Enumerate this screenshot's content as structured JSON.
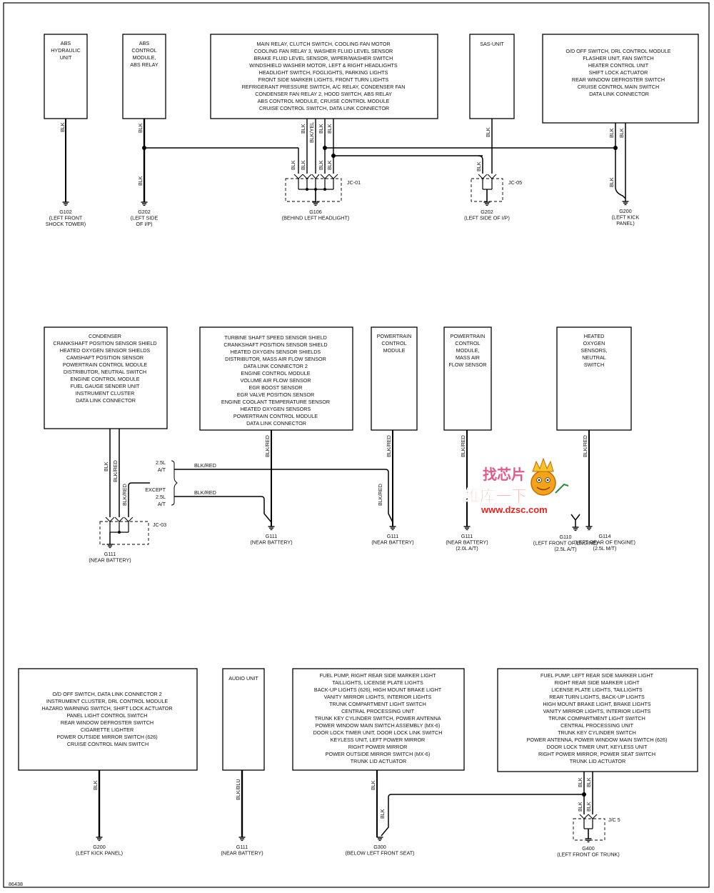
{
  "doc_number": "86438",
  "watermark": {
    "line1": "维库一下",
    "line2": "www.dzsc.com",
    "logo_chars": "找芯片"
  },
  "top": {
    "abs_hydraulic": {
      "lines": [
        "ABS",
        "HYDRAULIC",
        "UNIT"
      ],
      "wire": "BLK",
      "ground": {
        "id": "G102",
        "loc": [
          "(LEFT FRONT",
          "SHOCK TOWER)"
        ]
      }
    },
    "abs_control": {
      "lines": [
        "ABS",
        "CONTROL",
        "MODULE,",
        "ABS RELAY"
      ],
      "wire1": "BLK",
      "wire2": "BLK",
      "ground": {
        "id": "G202",
        "loc": [
          "(LEFT SIDE",
          "OF I/P)"
        ]
      }
    },
    "main_relay": {
      "lines": [
        "MAIN RELAY, CLUTCH SWITCH, COOLING FAN MOTOR",
        "COOLING FAN RELAY 3, WASHER FLUID LEVEL SENSOR",
        "BRAKE FLUID LEVEL SENSOR, WIPER/WASHER SWITCH",
        "WINDSHIELD WASHER MOTOR, LEFT & RIGHT HEADLIGHTS",
        "HEADLIGHT SWITCH, FOGLIGHTS, PARKING LIGHTS",
        "FRONT SIDE MARKER LIGHTS, FRONT TURN LIGHTS",
        "REFRIGERANT PRESSURE SWITCH, A/C RELAY, CONDENSER FAN",
        "CONDENSER FAN RELAY 2, HOOD SWITCH, ABS RELAY",
        "ABS CONTROL MODULE, CRUISE CONTROL MODULE",
        "CRUISE CONTROL SWITCH, DATA LINK CONNECTOR"
      ],
      "wires": [
        "BLK",
        "BLK/YEL",
        "BLK",
        "BLK"
      ],
      "jc_wires": [
        "BLK",
        "BLK",
        "BLK",
        "BLK"
      ],
      "jc": "JC-01",
      "ground": {
        "id": "G106",
        "loc": [
          "(BEHIND LEFT HEADLIGHT)"
        ]
      }
    },
    "sas_unit": {
      "lines": [
        "SAS-UNIT"
      ],
      "wire": "BLK",
      "jc_wire": "BLK",
      "jc": "JC-05",
      "ground": {
        "id": "G202",
        "loc": [
          "(LEFT SIDE OF I/P)"
        ]
      }
    },
    "od_off": {
      "lines": [
        "O/D OFF SWITCH, DRL CONTROL MODULE",
        "FLASHER UNIT, FAN SWITCH",
        "HEATER CONTROL UNIT",
        "SHIFT LOCK ACTUATOR",
        "REAR WINDOW DEFROSTER SWITCH",
        "CRUISE CONTROL MAIN SWITCH",
        "DATA LINK CONNECTOR"
      ],
      "wires": [
        "BLK",
        "BLK"
      ],
      "wire_low": "BLK",
      "ground": {
        "id": "G200",
        "loc": [
          "(LEFT KICK",
          "PANEL)"
        ]
      }
    }
  },
  "middle": {
    "condenser": {
      "lines": [
        "CONDENSER",
        "CRANKSHAFT POSITION SENSOR SHIELD",
        "HEATED OXYGEN SENSOR SHIELDS",
        "CAMSHAFT POSITION SENSOR",
        "POWERTRAIN CONTROL MODULE",
        "DISTRIBUTOR, NEUTRAL SWITCH",
        "ENGINE CONTROL MODULE",
        "FUEL GAUGE SENDER UNIT",
        "INSTRUMENT CLUSTER",
        "DATA LINK CONNECTOR"
      ],
      "wires": [
        "BLK",
        "BLK/RED",
        "BLK/RED"
      ],
      "jc": "JC-03",
      "ground": {
        "id": "G111",
        "loc": [
          "(NEAR BATTERY)"
        ]
      }
    },
    "opts": {
      "a": [
        "2.5L",
        "A/T"
      ],
      "b": [
        "EXCEPT",
        "2.5L",
        "A/T"
      ],
      "wire_a": "BLK/RED",
      "wire_b": "BLK/RED"
    },
    "turbine": {
      "lines": [
        "TURBINE SHAFT SPEED SENSOR SHIELD",
        "CRANKSHAFT POSITION SENSOR SHIELD",
        "HEATED OXYGEN SENSOR SHIELDS",
        "DISTRIBUTOR, MASS AIR FLOW SENSOR",
        "DATA LINK CONNECTOR 2",
        "ENGINE CONTROL MODULE",
        "VOLUME AIR FLOW SENSOR",
        "EGR BOOST SENSOR",
        "EGR VALVE POSITION SENSOR",
        "ENGINE COOLANT TEMPERATURE SENSOR",
        "HEATED OXYGEN SENSORS",
        "POWERTRAIN CONTROL MODULE",
        "DATA LINK CONNECTOR"
      ],
      "wire": "BLK/RED",
      "ground": {
        "id": "G111",
        "loc": [
          "(NEAR BATTERY)"
        ]
      }
    },
    "pcm": {
      "lines": [
        "POWERTRAIN",
        "CONTROL",
        "MODULE"
      ],
      "wire": "BLK/RED",
      "wire2": "BLK/RED",
      "ground": {
        "id": "G111",
        "loc": [
          "(NEAR BATTERY)"
        ]
      }
    },
    "pcm_maf": {
      "lines": [
        "POWERTRAIN",
        "CONTROL",
        "MODULE,",
        "MASS AIR",
        "FLOW SENSOR"
      ],
      "wire": "BLK/RED",
      "ground": {
        "id": "G111",
        "loc": [
          "(NEAR BATTERY)",
          "(2.0L A/T)"
        ]
      }
    },
    "heated_o2": {
      "lines": [
        "HEATED",
        "OXYGEN",
        "SENSORS,",
        "NEUTRAL",
        "SWITCH"
      ],
      "wire": "BLK/RED",
      "ground_a": {
        "id": "G110",
        "loc": [
          "(LEFT FRONT OF ENGINE)",
          "(2.5L A/T)"
        ]
      },
      "ground_b": {
        "id": "G114",
        "loc": [
          "(LEFT REAR OF ENGINE)",
          "(2.5L M/T)"
        ]
      }
    }
  },
  "bottom": {
    "od_off2": {
      "lines": [
        "O/D OFF SWITCH, DATA LINK CONNECTOR 2",
        "INSTRUMENT CLUSTER, DRL CONTROL MODULE",
        "HAZARD WARNING SWITCH, SHIFT LOCK ACTUATOR",
        "PANEL LIGHT CONTROL SWITCH",
        "REAR WINDOW DEFROSTER SWITCH",
        "CIGARETTE LIGHTER",
        "POWER OUTSIDE MIRROR SWITCH (626)",
        "CRUISE CONTROL MAIN SWITCH"
      ],
      "wire": "BLK",
      "ground": {
        "id": "G200",
        "loc": [
          "(LEFT KICK PANEL)"
        ]
      }
    },
    "audio": {
      "lines": [
        "AUDIO UNIT"
      ],
      "wire": "BLK/BLU",
      "ground": {
        "id": "G111",
        "loc": [
          "(NEAR BATTERY)"
        ]
      }
    },
    "fuel_right": {
      "lines": [
        "FUEL PUMP, RIGHT REAR SIDE MARKER LIGHT",
        "TAILLIGHTS, LICENSE PLATE LIGHTS",
        "BACK-UP LIGHTS (626), HIGH MOUNT BRAKE LIGHT",
        "VANITY MIRROR LIGHTS, INTERIOR LIGHTS",
        "TRUNK COMPARTMENT LIGHT SWITCH",
        "CENTRAL PROCESSING UNIT",
        "TRUNK KEY CYLINDER SWITCH, POWER ANTENNA",
        "POWER WINDOW MAIN SWITCH ASSEMBLY (MX-6)",
        "DOOR LOCK TIMER UNIT, DOOR LOCK LINK SWITCH",
        "KEYLESS UNIT, LEFT POWER MIRROR",
        "RIGHT POWER MIRROR",
        "POWER OUTSIDE MIRROR SWITCH (MX-6)",
        "TRUNK LID ACTUATOR"
      ],
      "wire": "BLK",
      "wire2": "BLK",
      "ground": {
        "id": "G300",
        "loc": [
          "(BELOW LEFT FRONT SEAT)"
        ]
      }
    },
    "fuel_left": {
      "lines": [
        "FUEL PUMP, LEFT REAR SIDE MARKER LIGHT",
        "RIGHT REAR SIDE MARKER LIGHT",
        "LICENSE PLATE LIGHTS, TAILLIGHTS",
        "REAR TURN LIGHTS, BACK-UP LIGHTS",
        "HIGH MOUNT BRAKE LIGHT, BRAKE LIGHTS",
        "VANITY MIRROR LIGHTS, INTERIOR LIGHTS",
        "TRUNK COMPARTMENT LIGHT SWITCH",
        "CENTRAL PROCESSING UNIT",
        "TRUNK KEY CYLINDER SWITCH",
        "POWER ANTENNA, POWER WINDOW MAIN SWITCH (626)",
        "DOOR LOCK TIMER UNIT, KEYLESS UNIT",
        "RIGHT POWER MIRROR, POWER SEAT SWITCH",
        "TRUNK LID ACTUATOR"
      ],
      "wires": [
        "BLK",
        "BLK"
      ],
      "jc_wires": [
        "BLK",
        "BLK"
      ],
      "jc": "J/C 5",
      "ground": {
        "id": "G400",
        "loc": [
          "(LEFT FRONT OF TRUNK)"
        ]
      }
    }
  }
}
